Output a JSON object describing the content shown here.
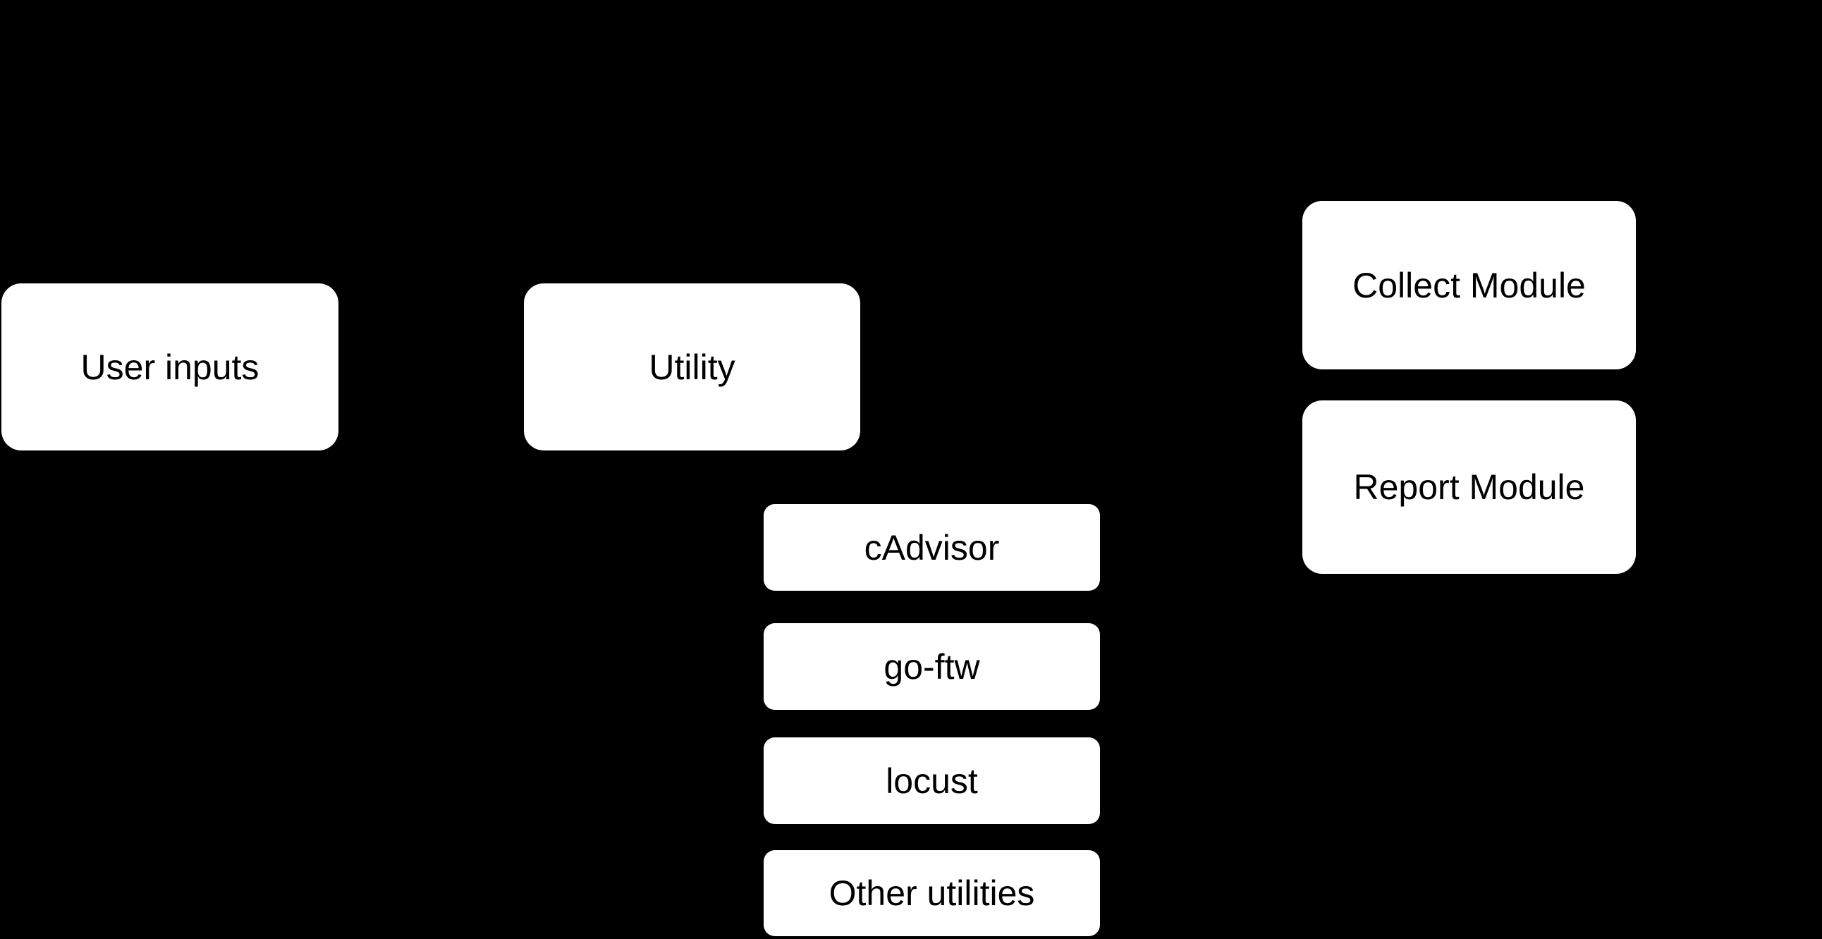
{
  "diagram": {
    "background_color": "#000000",
    "node_fill_color": "#ffffff",
    "node_text_color": "#000000",
    "nodes": {
      "user_inputs": {
        "label": "User inputs"
      },
      "utility": {
        "label": "Utility"
      },
      "collect_module": {
        "label": "Collect Module"
      },
      "report_module": {
        "label": "Report Module"
      },
      "cadvisor": {
        "label": "cAdvisor"
      },
      "go_ftw": {
        "label": "go-ftw"
      },
      "locust": {
        "label": "locust"
      },
      "other_utilities": {
        "label": "Other utilities"
      }
    }
  }
}
